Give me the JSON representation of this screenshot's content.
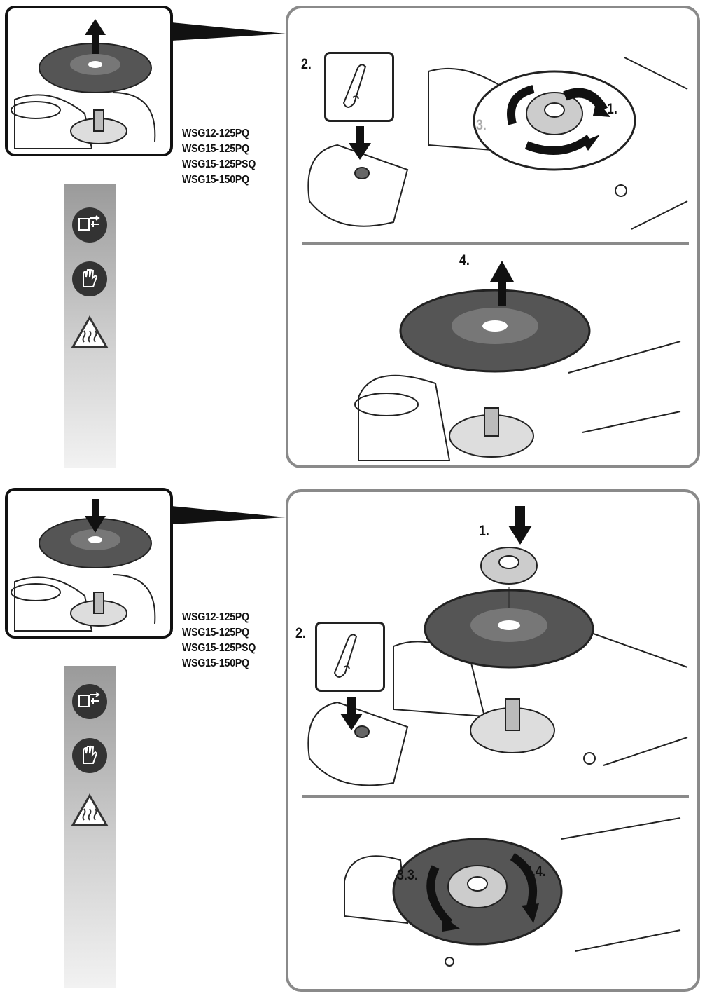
{
  "top": {
    "models": [
      "WSG12-125PQ",
      "WSG15-125PQ",
      "WSG15-125PSQ",
      "WSG15-150PQ"
    ],
    "steps": {
      "s1": "1.1.",
      "s2": "2.",
      "s3": "3.",
      "s4": "4."
    }
  },
  "bottom": {
    "models": [
      "WSG12-125PQ",
      "WSG15-125PQ",
      "WSG15-125PSQ",
      "WSG15-150PQ"
    ],
    "steps": {
      "s1": "1.",
      "s2": "2.",
      "s3": "3.3.",
      "s4": "4.4."
    }
  },
  "icons": [
    "unplug-icon",
    "gloves-icon",
    "hot-surface-warning-icon"
  ],
  "colors": {
    "panel_border": "#8a8a8a",
    "ink": "#111111",
    "strip_top": "#9a9a9a",
    "strip_bottom": "#f2f2f2"
  }
}
